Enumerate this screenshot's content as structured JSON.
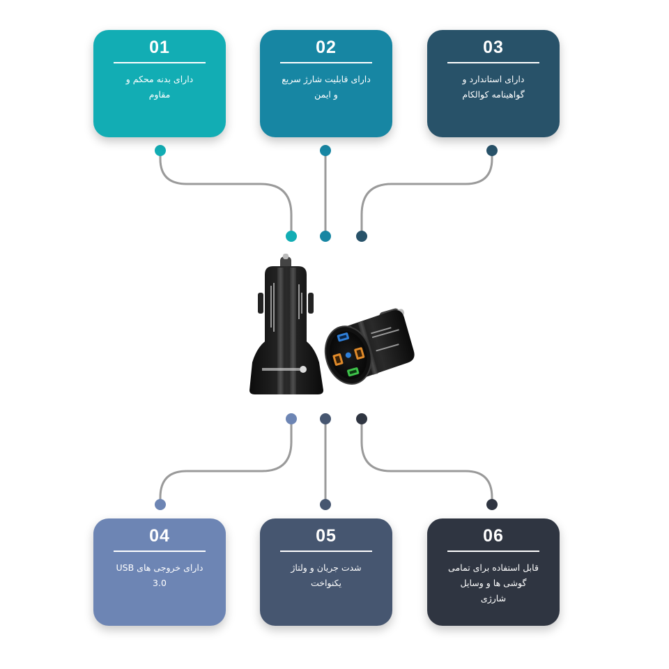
{
  "features": [
    {
      "number": "01",
      "text": "دارای بدنه محکم و مقاوم",
      "color": "#12adb4"
    },
    {
      "number": "02",
      "text": "دارای قابلیت شارژ سریع و ایمن",
      "color": "#1786a3"
    },
    {
      "number": "03",
      "text": "دارای استاندارد و گواهینامه کوالکام",
      "color": "#285269"
    },
    {
      "number": "04",
      "text": "دارای خروجی های USB 3.0",
      "color": "#6d85b4"
    },
    {
      "number": "05",
      "text": "شدت جریان و ولتاژ یکنواخت",
      "color": "#465670"
    },
    {
      "number": "06",
      "text": "قابل استفاده برای تمامی گوشی ها و وسایل شارژی",
      "color": "#2f3541"
    }
  ],
  "connector_color": "#9a9a9a",
  "product": {
    "icon": "car-charger-icon",
    "port_colors": {
      "usb_blue": "#2f7fd8",
      "usb_orange": "#e08a2a",
      "usb_green": "#3ec24a"
    }
  }
}
